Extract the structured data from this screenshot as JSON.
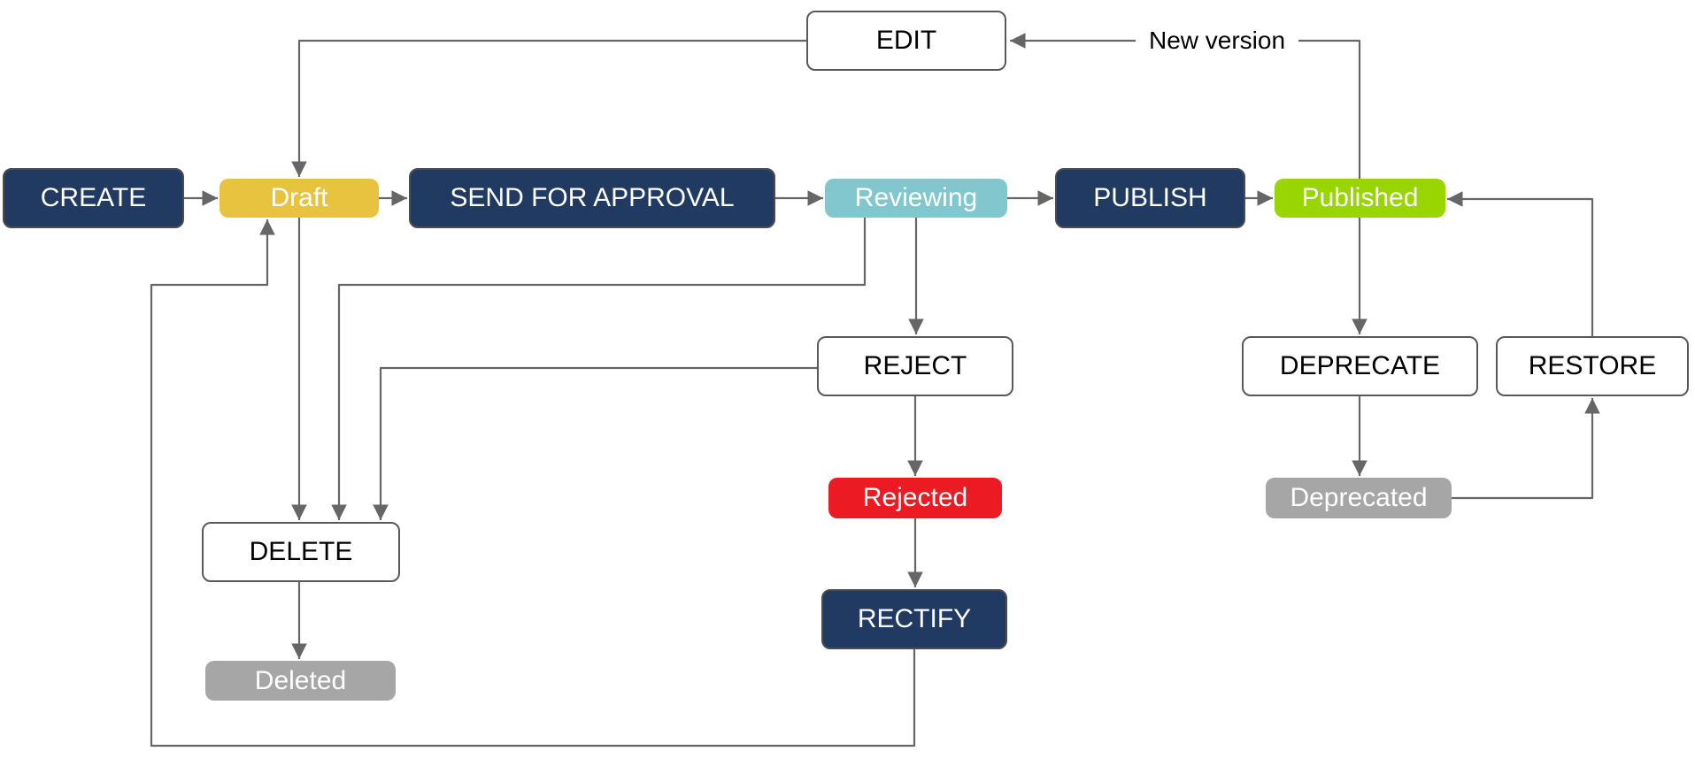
{
  "diagram": {
    "actions": {
      "create": {
        "label": "CREATE"
      },
      "send_for_approval": {
        "label": "SEND FOR APPROVAL"
      },
      "publish": {
        "label": "PUBLISH"
      },
      "edit": {
        "label": "EDIT"
      },
      "reject": {
        "label": "REJECT"
      },
      "rectify": {
        "label": "RECTIFY"
      },
      "delete": {
        "label": "DELETE"
      },
      "deprecate": {
        "label": "DEPRECATE"
      },
      "restore": {
        "label": "RESTORE"
      }
    },
    "states": {
      "draft": {
        "label": "Draft"
      },
      "reviewing": {
        "label": "Reviewing"
      },
      "published": {
        "label": "Published"
      },
      "rejected": {
        "label": "Rejected"
      },
      "deleted": {
        "label": "Deleted"
      },
      "deprecated": {
        "label": "Deprecated"
      }
    },
    "edge_labels": {
      "new_version": "New version"
    }
  },
  "colors": {
    "navy": "#203a61",
    "yellow": "#e7c340",
    "teal": "#83c7ce",
    "green": "#99d500",
    "red": "#ec1b23",
    "gray": "#a6a6a6",
    "line": "#666666",
    "dark_border": "#4d4d4d",
    "light_border": "#595959",
    "text_light": "#ffffff",
    "text_dark": "#000000"
  }
}
